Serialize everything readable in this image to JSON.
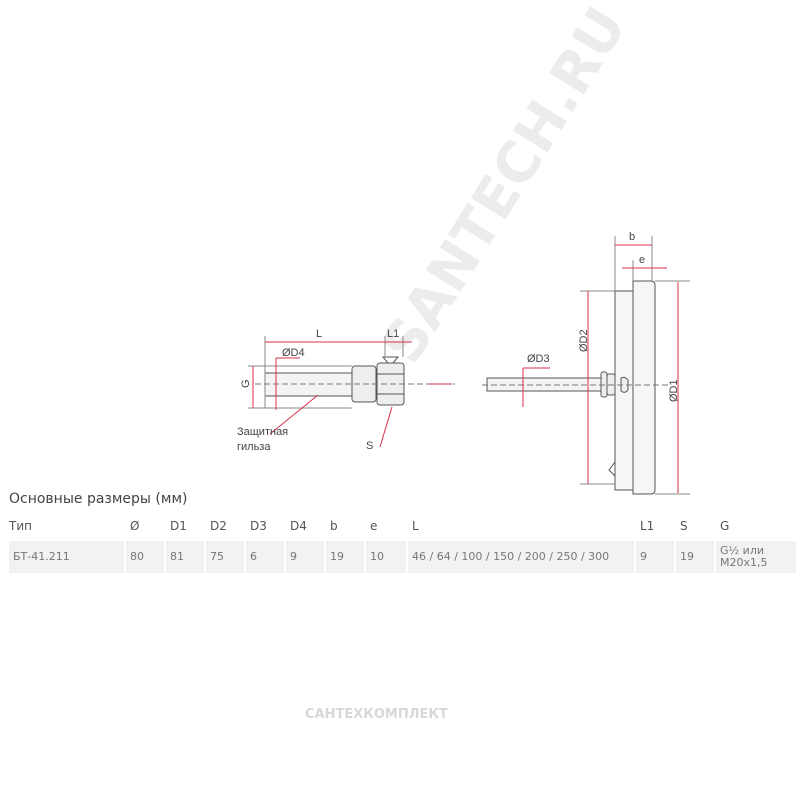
{
  "drawing": {
    "left": {
      "L": "L",
      "L1": "L1",
      "D4": "ØD4",
      "G": "G",
      "S": "S",
      "sleeve_line1": "Защитная",
      "sleeve_line2": "гильза"
    },
    "right": {
      "b": "b",
      "e": "e",
      "D1": "ØD1",
      "D2": "ØD2",
      "D3": "ØD3"
    },
    "accent_color": "#d9304a"
  },
  "watermarks": {
    "diagonal": "SANTECH.RU",
    "bottom": "САНТЕХКОМПЛЕКТ"
  },
  "table": {
    "title": "Основные размеры (мм)",
    "headers": [
      "Тип",
      "Ø",
      "D1",
      "D2",
      "D3",
      "D4",
      "b",
      "e",
      "L",
      "L1",
      "S",
      "G"
    ],
    "rows": [
      [
        "БТ-41.211",
        "80",
        "81",
        "75",
        "6",
        "9",
        "19",
        "10",
        "46 / 64 / 100 / 150 / 200 / 250 / 300",
        "9",
        "19",
        "G½ или",
        "M20x1,5"
      ]
    ]
  }
}
